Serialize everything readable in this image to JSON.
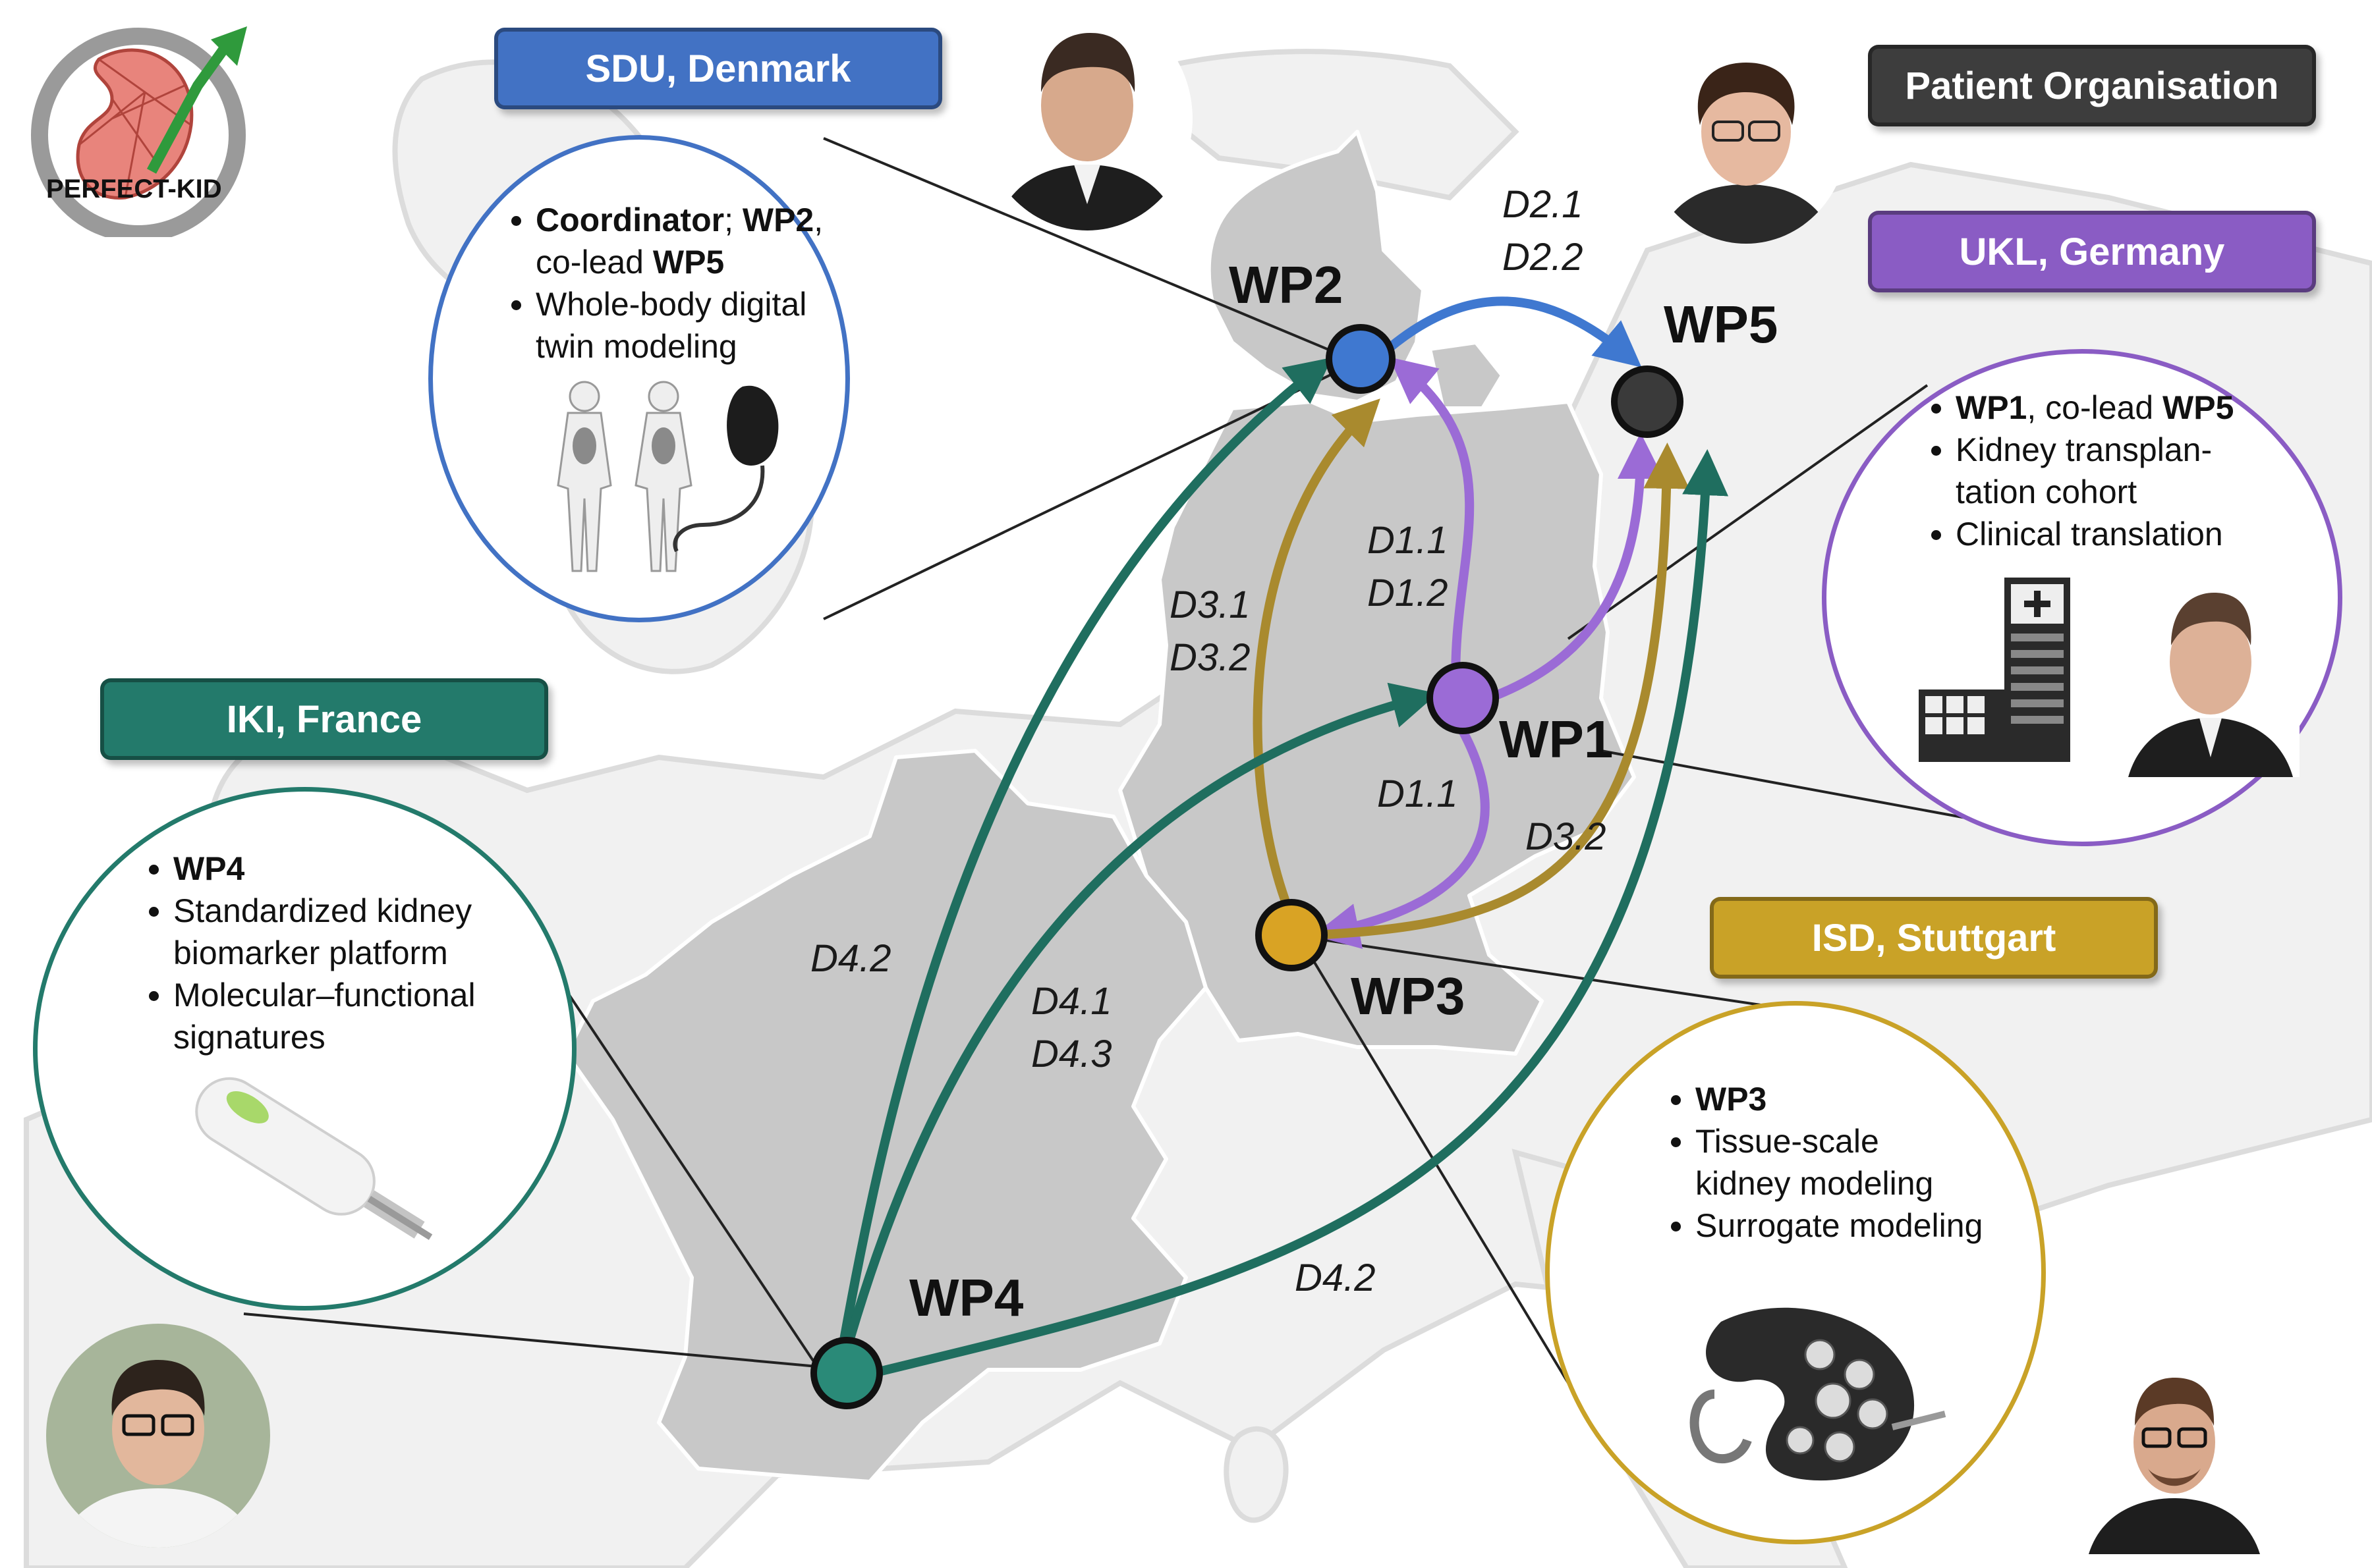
{
  "logo": {
    "text": "PERFECT-KID"
  },
  "partners": {
    "sdu": {
      "label": "SDU, Denmark",
      "color": "#4272c4"
    },
    "patient": {
      "label": "Patient Organisation",
      "color": "#3d3d3d"
    },
    "ukl": {
      "label": "UKL, Germany",
      "color": "#8a5cc4"
    },
    "iki": {
      "label": "IKI, France",
      "color": "#237a6b"
    },
    "isd": {
      "label": "ISD, Stuttgart",
      "color": "#c9a227"
    }
  },
  "bubbles": {
    "sdu": {
      "item1_a": "Coordinator",
      "item1_b": "; ",
      "item1_c": "WP2",
      "item1_d": ",",
      "item1_e": "co-lead ",
      "item1_f": "WP5",
      "item2_a": "Whole-body digital",
      "item2_b": "twin modeling"
    },
    "ukl": {
      "item1_a": "WP1",
      "item1_b": ", co-lead ",
      "item1_c": "WP5",
      "item2_a": "Kidney transplan-",
      "item2_b": "tation  cohort",
      "item3": "Clinical translation"
    },
    "iki": {
      "item1": "WP4",
      "item2_a": "Standardized kidney",
      "item2_b": "biomarker platform",
      "item3_a": "Molecular–functional",
      "item3_b": "signatures"
    },
    "isd": {
      "item1": "WP3",
      "item2_a": "Tissue-scale",
      "item2_b": "kidney modeling",
      "item3": "Surrogate modeling"
    }
  },
  "nodes": {
    "wp1": {
      "label": "WP1",
      "color": "#9b6bd6"
    },
    "wp2": {
      "label": "WP2",
      "color": "#3f78d0"
    },
    "wp3": {
      "label": "WP3",
      "color": "#d9a324"
    },
    "wp4": {
      "label": "WP4",
      "color": "#2a8a78"
    },
    "wp5": {
      "label": "WP5",
      "color": "#3a3a3a"
    }
  },
  "deliverables": {
    "d21": "D2.1",
    "d22": "D2.2",
    "d11_a": "D1.1",
    "d12": "D1.2",
    "d31": "D3.1",
    "d32_a": "D3.2",
    "d11_b": "D1.1",
    "d32_b": "D3.2",
    "d42_a": "D4.2",
    "d41": "D4.1",
    "d43": "D4.3",
    "d42_b": "D4.2"
  },
  "flow_colors": {
    "blue": "#3f78d0",
    "purple": "#9b6bd6",
    "gold": "#a98a2e",
    "teal": "#1f6e5f"
  }
}
